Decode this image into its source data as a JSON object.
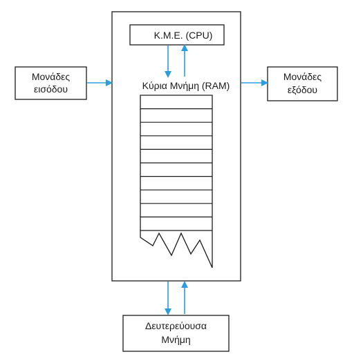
{
  "labels": {
    "cpu": "Κ.Μ.Ε. (CPU)",
    "ram": "Κύρια Μνήμη (RAM)",
    "input_line1": "Μονάδες",
    "input_line2": "εισόδου",
    "output_line1": "Μονάδες",
    "output_line2": "εξόδου",
    "storage_line1": "Δευτερεύουσα",
    "storage_line2": "Μνήμη"
  },
  "colors": {
    "arrow": "#2a9de0",
    "stroke": "#1a1a1a"
  },
  "memory": {
    "cells": 10
  }
}
